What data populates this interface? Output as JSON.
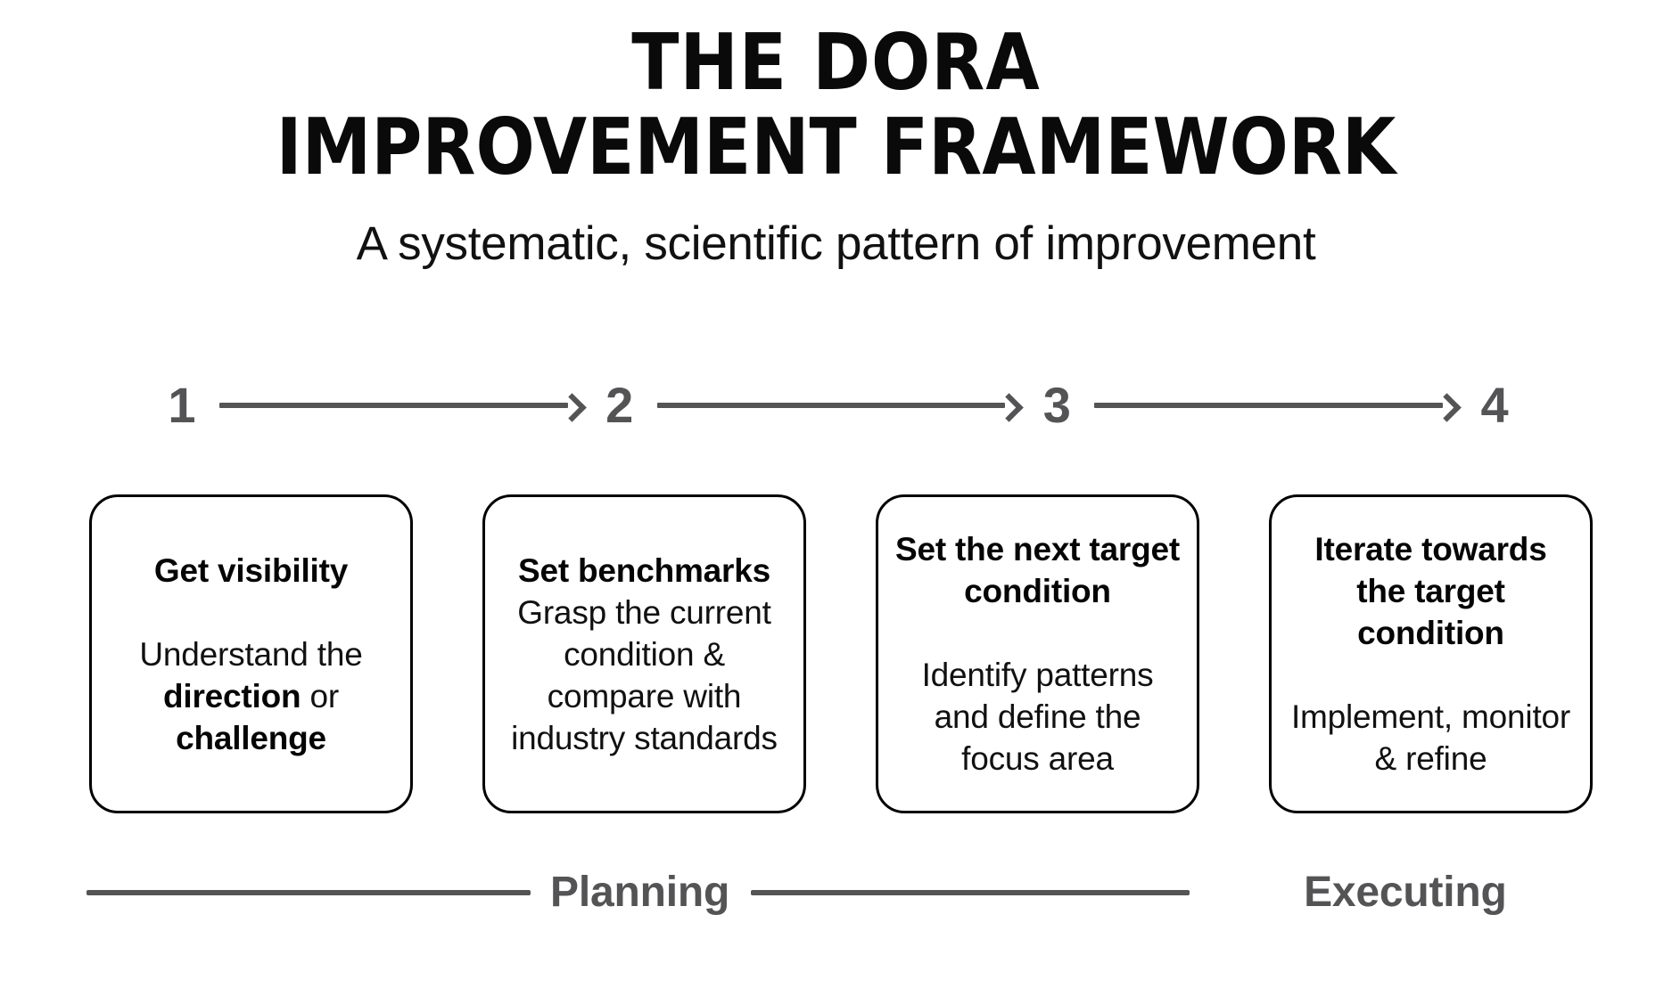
{
  "header": {
    "title_line1": "THE DORA",
    "title_line2": "IMPROVEMENT FRAMEWORK",
    "subtitle": "A systematic, scientific pattern of improvement"
  },
  "steps": [
    {
      "number": "1"
    },
    {
      "number": "2"
    },
    {
      "number": "3"
    },
    {
      "number": "4"
    }
  ],
  "cards": [
    {
      "heading": "Get visibility",
      "body_line1": "Understand the",
      "body_bold1": "direction",
      "body_mid": " or ",
      "body_bold2": "challenge",
      "has_gap": true
    },
    {
      "heading": "Set benchmarks",
      "body": "Grasp the current condition & compare with industry standards",
      "has_gap": false
    },
    {
      "heading": "Set the next target condition",
      "body": "Identify patterns and define the focus area",
      "has_gap": true
    },
    {
      "heading": "Iterate towards the target condition",
      "body": "Implement, monitor & refine",
      "has_gap": true
    }
  ],
  "footer": {
    "planning_label": "Planning",
    "executing_label": "Executing"
  },
  "colors": {
    "accent_gray": "#545456",
    "ink": "#050505",
    "background": "#ffffff"
  }
}
